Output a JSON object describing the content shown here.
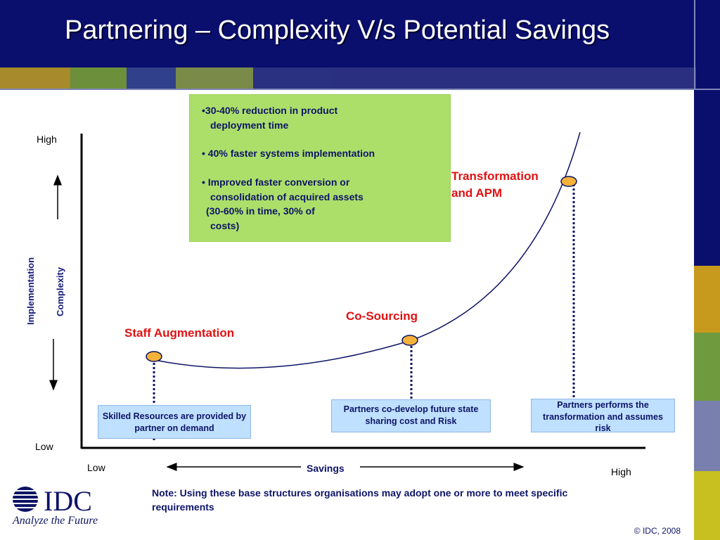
{
  "slide": {
    "title": "Partnering – Complexity V/s Potential Savings",
    "y_axis_high": "High",
    "y_axis_low": "Low",
    "y_axis_label_line1": "Implementation",
    "y_axis_label_line2": "Complexity",
    "x_axis_low": "Low",
    "x_axis_high": "High",
    "x_axis_label": "Savings",
    "benefits": [
      "•30-40% reduction in product",
      "deployment time",
      "• 40% faster systems implementation",
      "• Improved faster conversion or",
      "consolidation of acquired assets",
      "(30-60% in time, 30% of",
      "costs)"
    ],
    "points": [
      {
        "label": "Staff Augmentation",
        "description": "Skilled Resources are provided by partner on demand"
      },
      {
        "label": "Co-Sourcing",
        "description": "Partners co-develop future state sharing cost and Risk"
      },
      {
        "label_line1": "Transformation",
        "label_line2": "and APM",
        "description": "Partners performs the transformation and assumes risk"
      }
    ],
    "note": "Note: Using these base structures organisations may adopt one or more to meet specific requirements",
    "copyright": "© IDC, 2008",
    "logo_text": "IDC",
    "tagline": "Analyze the Future"
  },
  "colors": {
    "header": "#0a0f6e",
    "label_red": "#e11111",
    "benefit_box": "#acdf6a",
    "description_box": "#bfe0ff",
    "text_navy": "#0d1466",
    "marker": "#f4b23a"
  }
}
